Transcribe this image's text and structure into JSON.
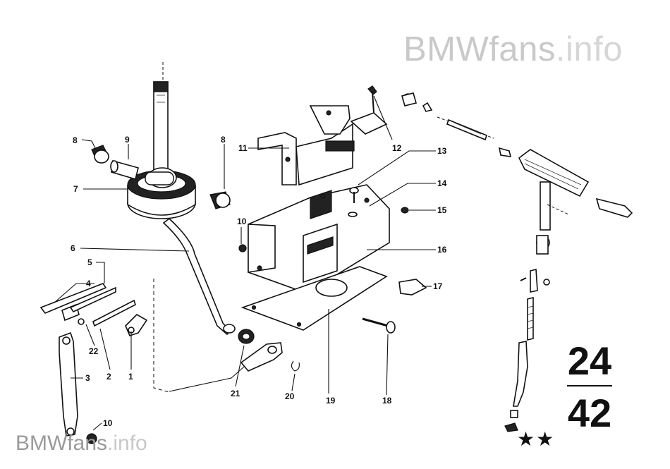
{
  "watermark_top": {
    "brand": "BMWfans",
    "domain": ".info"
  },
  "watermark_bottom": {
    "brand": "BMWfans",
    "domain": ".info"
  },
  "group_number": {
    "main": "24",
    "sub": "42"
  },
  "stars": "★★",
  "callouts": [
    "8",
    "9",
    "7",
    "6",
    "5",
    "4",
    "22",
    "2",
    "1",
    "3",
    "10",
    "21",
    "11",
    "12",
    "13",
    "14",
    "15",
    "16",
    "10",
    "17",
    "19",
    "20",
    "18",
    "8"
  ]
}
